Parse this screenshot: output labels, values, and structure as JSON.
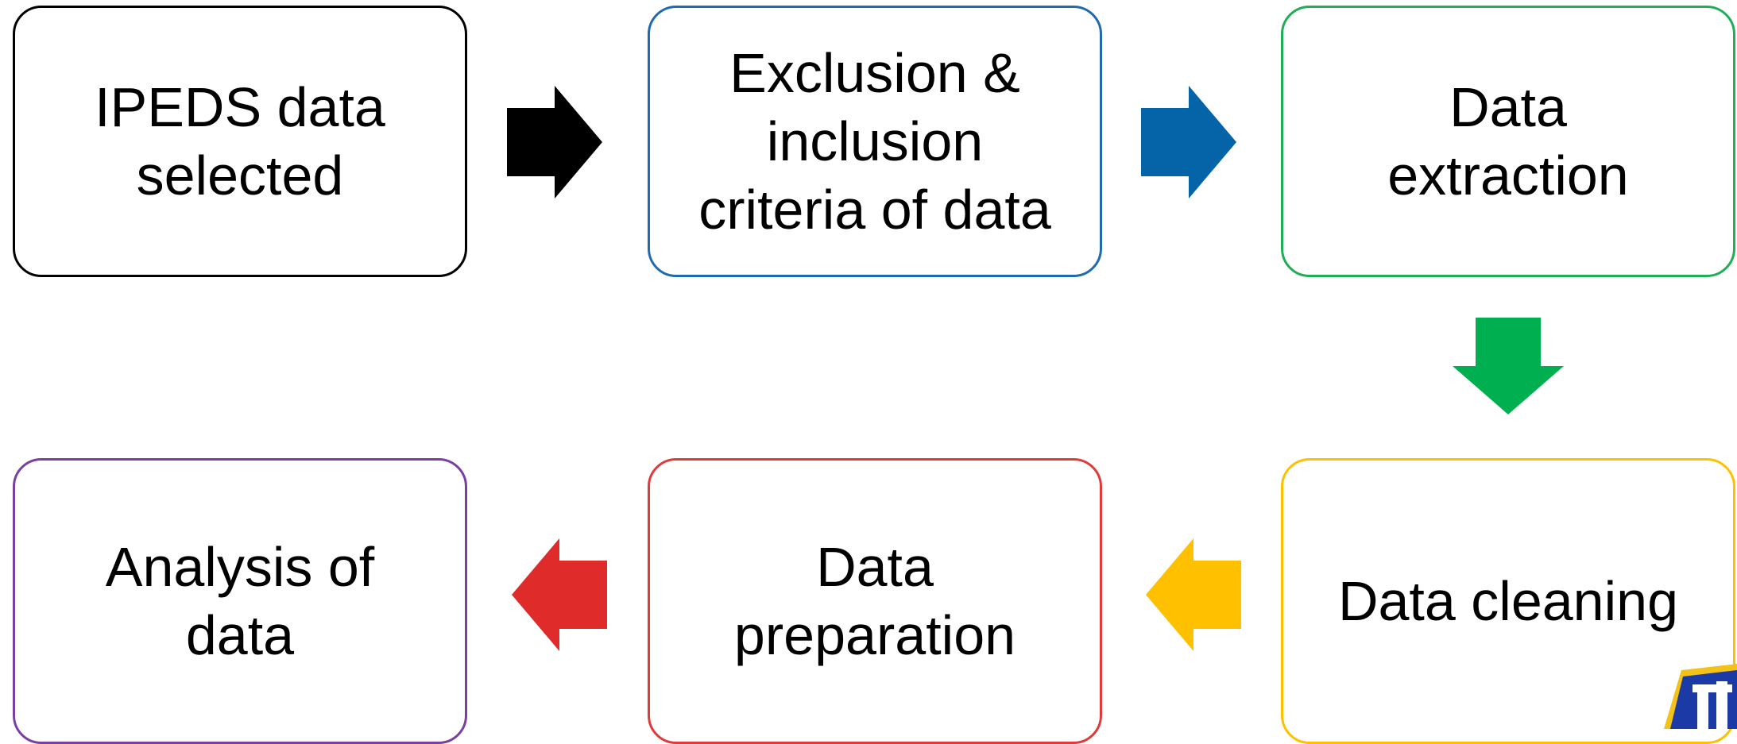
{
  "flowchart": {
    "steps": [
      {
        "label": "IPEDS data\nselected",
        "border_color": "#000000"
      },
      {
        "label": "Exclusion &\ninclusion\ncriteria of data",
        "border_color": "#1f6bb0"
      },
      {
        "label": "Data\nextraction",
        "border_color": "#1fae55"
      },
      {
        "label": "Data cleaning",
        "border_color": "#ffc000"
      },
      {
        "label": "Data\npreparation",
        "border_color": "#e03a3a"
      },
      {
        "label": "Analysis of\ndata",
        "border_color": "#7a3fa0"
      }
    ],
    "arrows": [
      {
        "direction": "right",
        "color": "#000000"
      },
      {
        "direction": "right",
        "color": "#0563a8"
      },
      {
        "direction": "down",
        "color": "#00b050"
      },
      {
        "direction": "left",
        "color": "#ffc000"
      },
      {
        "direction": "left",
        "color": "#e02b2b"
      }
    ]
  },
  "logo": {
    "name": "university-logo",
    "colors": [
      "#1b3aa6",
      "#f2c21a"
    ]
  }
}
